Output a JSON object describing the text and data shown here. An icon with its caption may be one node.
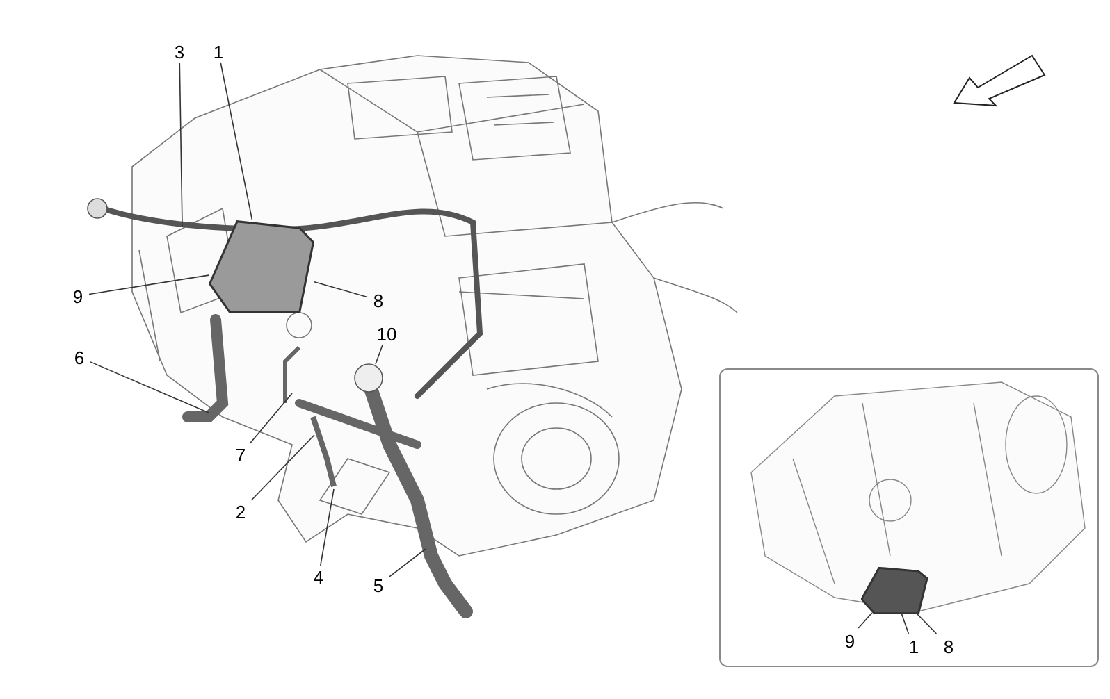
{
  "diagram": {
    "nodes": [
      {
        "text": [
          "3"
        ]
      },
      {
        "text": [
          "1"
        ]
      },
      {
        "text": [
          "9"
        ]
      },
      {
        "text": [
          "8"
        ]
      },
      {
        "text": [
          "10"
        ]
      },
      {
        "text": [
          "6"
        ]
      },
      {
        "text": [
          "7"
        ]
      },
      {
        "text": [
          "2"
        ]
      },
      {
        "text": [
          "4"
        ]
      },
      {
        "text": [
          "5"
        ]
      },
      {
        "text": [],
        "shape": "box"
      },
      {
        "text": [
          "9"
        ],
        "in": 10
      },
      {
        "text": [
          "1"
        ],
        "in": 10
      },
      {
        "text": [
          "8"
        ],
        "in": 10
      },
      {
        "text": [],
        "shape": "picture"
      },
      {
        "text": [],
        "shape": "picture",
        "in": 10
      }
    ],
    "edges": [
      {
        "from": 0,
        "to": null,
        "arrow": "none"
      },
      {
        "from": 1,
        "to": 14,
        "arrow": "none"
      },
      {
        "from": 2,
        "to": 14,
        "arrow": "none"
      },
      {
        "from": 3,
        "to": 14,
        "arrow": "none"
      },
      {
        "from": 4,
        "to": null,
        "arrow": "none"
      },
      {
        "from": 5,
        "to": null,
        "arrow": "none"
      },
      {
        "from": 6,
        "to": null,
        "arrow": "none"
      },
      {
        "from": 7,
        "to": null,
        "arrow": "none"
      },
      {
        "from": 8,
        "to": null,
        "arrow": "none"
      },
      {
        "from": 9,
        "to": null,
        "arrow": "none"
      },
      {
        "from": 11,
        "to": 15,
        "arrow": "none"
      },
      {
        "from": 12,
        "to": 15,
        "arrow": "none"
      },
      {
        "from": 13,
        "to": 15,
        "arrow": "none"
      }
    ]
  }
}
